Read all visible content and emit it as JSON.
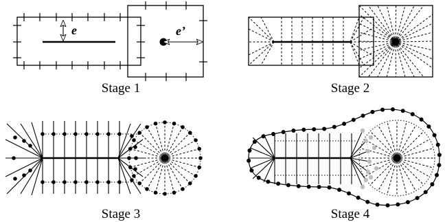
{
  "stages": [
    {
      "id": 1,
      "caption": "Stage 1",
      "labels": {
        "edge": "e",
        "edge_prime": "e’"
      }
    },
    {
      "id": 2,
      "caption": "Stage 2"
    },
    {
      "id": 3,
      "caption": "Stage 3"
    },
    {
      "id": 4,
      "caption": "Stage 4"
    }
  ],
  "colors": {
    "ink": "#000000",
    "ghost": "#bdbdbd"
  }
}
